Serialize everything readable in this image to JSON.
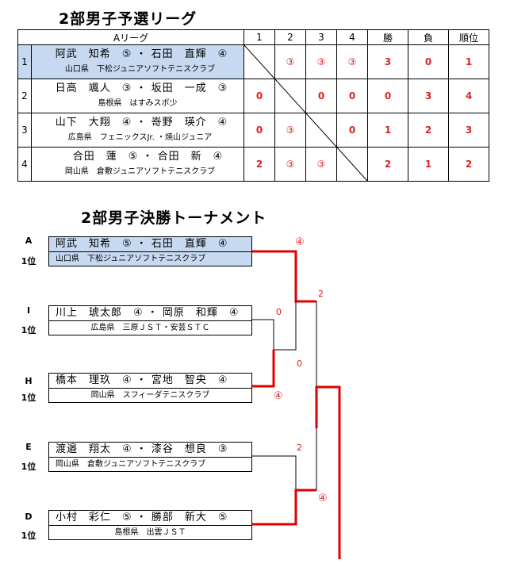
{
  "league": {
    "title": "2部男子予選リーグ",
    "header": [
      "Aリーグ",
      "1",
      "2",
      "3",
      "4",
      "勝",
      "負",
      "順位"
    ],
    "rows": [
      {
        "no": "1",
        "line1": "阿武　知希　⑤ ・ 石田　直輝　④",
        "line2": "山口県　下松ジュニアソフトテニスクラブ",
        "cells": [
          "",
          "③",
          "③",
          "③"
        ],
        "win": "3",
        "loss": "0",
        "rank": "1",
        "highlight": true
      },
      {
        "no": "2",
        "line1": "日高　颯人　③ ・ 坂田　一成　③",
        "line2": "島根県　はすみスポ少",
        "cells": [
          "0",
          "",
          "0",
          "0"
        ],
        "win": "0",
        "loss": "3",
        "rank": "4",
        "highlight": false
      },
      {
        "no": "3",
        "line1": "山下　大翔　④ ・ 嵜野　瑛介　④",
        "line2": "広島県　フェニックスJr. ・焼山ジュニア",
        "cells": [
          "0",
          "③",
          "",
          "0"
        ],
        "win": "1",
        "loss": "2",
        "rank": "3",
        "highlight": false
      },
      {
        "no": "4",
        "line1": "合田　蓮　⑤ ・ 合田　新　④",
        "line2": "岡山県　倉敷ジュニアソフトテニスクラブ",
        "cells": [
          "2",
          "③",
          "③",
          ""
        ],
        "win": "2",
        "loss": "1",
        "rank": "2",
        "highlight": false
      }
    ]
  },
  "tournament": {
    "title": "2部男子決勝トーナメント",
    "entries": [
      {
        "block": "A",
        "rank": "1位",
        "line1": "阿武　知希　⑤ ・ 石田　直輝　④",
        "line2": "山口県　下松ジュニアソフトテニスクラブ",
        "highlight": true
      },
      {
        "block": "I",
        "rank": "1位",
        "line1": "川上　琥太郎　④ ・ 岡原　和輝　④",
        "line2": "広島県　三原ＪＳＴ・安芸ＳＴＣ",
        "highlight": false
      },
      {
        "block": "H",
        "rank": "1位",
        "line1": "橋本　理玖　④ ・ 宮地　智央　④",
        "line2": "岡山県　スフィーダテニスクラブ",
        "highlight": false
      },
      {
        "block": "E",
        "rank": "1位",
        "line1": "渡邉　翔太　④ ・ 漆谷　想良　③",
        "line2": "岡山県　倉敷ジュニアソフトテニスクラブ",
        "highlight": false
      },
      {
        "block": "D",
        "rank": "1位",
        "line1": "小村　彩仁　⑤ ・ 勝部　新大　⑤",
        "line2": "島根県　出雲ＪＳＴ",
        "highlight": false
      }
    ],
    "scores": {
      "s1": "④",
      "s2": "2",
      "s3": "0",
      "s4": "0",
      "s5": "④",
      "s6": "2",
      "s7": "④"
    },
    "colors": {
      "win_line": "#e00000",
      "loss_line": "#000000",
      "highlight": "#c6d9f1",
      "score": "#dd2222"
    }
  }
}
